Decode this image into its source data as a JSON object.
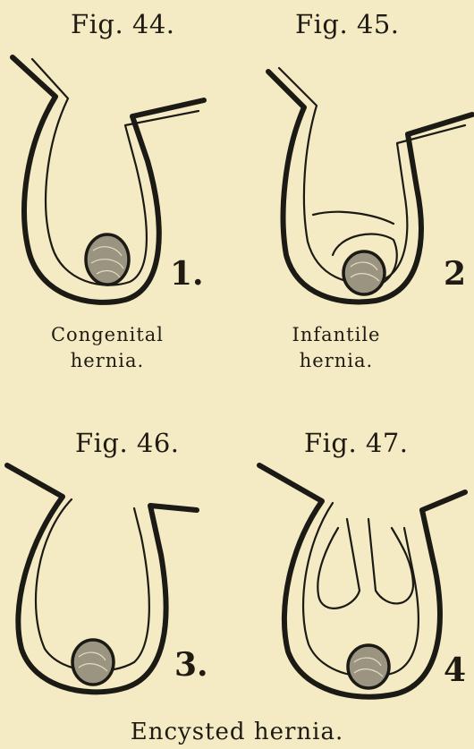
{
  "figures": [
    {
      "title": "Fig. 44.",
      "number": "1.",
      "caption": [
        "Congenital",
        "hernia."
      ]
    },
    {
      "title": "Fig. 45.",
      "number": "2",
      "caption": [
        "Infantile",
        "hernia."
      ]
    },
    {
      "title": "Fig. 46.",
      "number": "3.",
      "caption": []
    },
    {
      "title": "Fig. 47.",
      "number": "4",
      "caption": []
    }
  ],
  "bottom_caption": "Encysted hernia.",
  "colors": {
    "paper": "#f4ebc4",
    "ink": "#1c1a14",
    "testis": "#9b9481"
  }
}
